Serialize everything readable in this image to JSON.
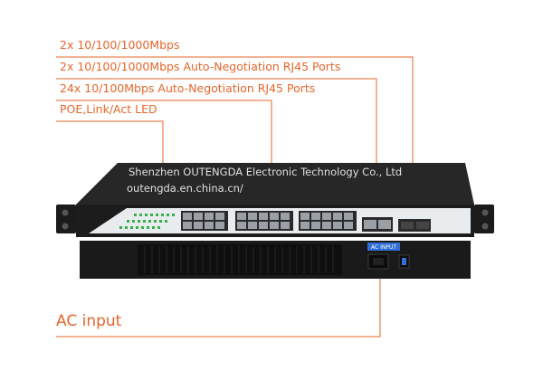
{
  "callouts": {
    "uplink_1000": "2x 10/100/1000Mbps",
    "rj45_1000": "2x 10/100/1000Mbps Auto-Negotiation RJ45 Ports",
    "rj45_100": "24x 10/100Mbps Auto-Negotiation RJ45 Ports",
    "leds": "POE,Link/Act LED",
    "ac_input": "AC input"
  },
  "watermark": {
    "company": "Shenzhen OUTENGDA Electronic Technology Co., Ltd",
    "site": "outengda.en.china.cn/"
  },
  "panel": {
    "ac_input_tag": "AC INPUT"
  },
  "colors": {
    "accent": "#e8652a",
    "chassis": "#1c1c1c",
    "front_panel": "#e9ecef"
  }
}
